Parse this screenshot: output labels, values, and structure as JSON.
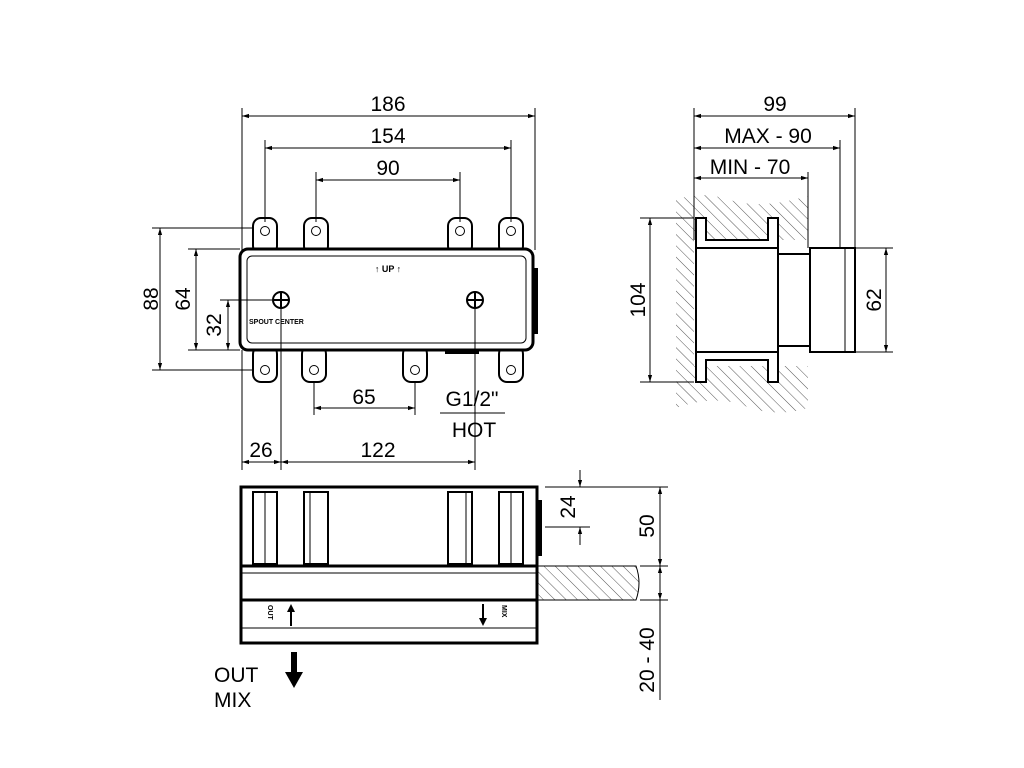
{
  "front_view": {
    "dim_186": "186",
    "dim_154": "154",
    "dim_90": "90",
    "dim_88": "88",
    "dim_64": "64",
    "dim_32": "32",
    "dim_65": "65",
    "dim_26": "26",
    "dim_122": "122",
    "label_up": "↑ UP ↑",
    "label_spout": "SPOUT CENTER",
    "label_thread": "G1/2\"",
    "label_hot": "HOT"
  },
  "side_view": {
    "dim_99": "99",
    "dim_max": "MAX - 90",
    "dim_min": "MIN - 70",
    "dim_104": "104",
    "dim_62": "62"
  },
  "top_view": {
    "dim_24": "24",
    "dim_50": "50",
    "dim_20_40": "20 - 40",
    "label_out": "OUT",
    "label_mix": "MIX",
    "label_left_port": "OUT",
    "label_right_port": "MIX"
  }
}
